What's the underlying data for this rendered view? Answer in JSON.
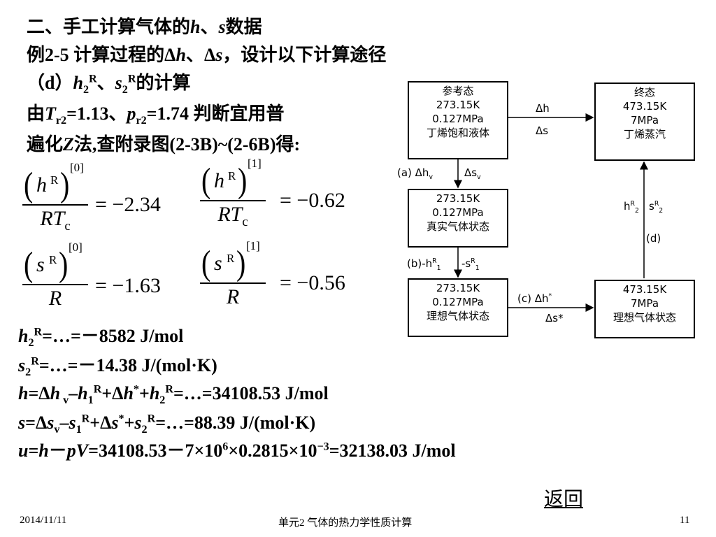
{
  "heading": {
    "line1": {
      "a": "二、手工计算气体的",
      "b": "h",
      "c": "、",
      "d": "s",
      "e": "数据"
    },
    "line2": {
      "a": "例2-5  计算过程的Δ",
      "b": "h",
      "c": "、Δ",
      "d": "s",
      "e": "，设计以下计算途径"
    },
    "line3": {
      "a": "（d）",
      "b": "h",
      "c": "2",
      "d": "R",
      "e": "、",
      "f": "s",
      "g": "2",
      "h": "R",
      "i": "的计算"
    },
    "line4": {
      "a": "由",
      "b": "T",
      "c": "r2",
      "d": "=1.13、",
      "e": "p",
      "f": "r2",
      "g": "=1.74 判断宜用普"
    },
    "line5": {
      "a": "遍化",
      "b": "Z",
      "c": "法,查附录图(2-3B)~(2-6B)得:"
    }
  },
  "fractions": {
    "h0": {
      "sym": "h",
      "sup": "R",
      "idx": "[0]",
      "den": "RT",
      "den_sub": "c",
      "value": "= −2.34"
    },
    "h1": {
      "sym": "h",
      "sup": "R",
      "idx": "[1]",
      "den": "RT",
      "den_sub": "c",
      "value": "= −0.62"
    },
    "s0": {
      "sym": "s",
      "sup": "R",
      "idx": "[0]",
      "den": "R",
      "value": "= −1.63"
    },
    "s1": {
      "sym": "s",
      "sup": "R",
      "idx": "[1]",
      "den": "R",
      "value": "= −0.56"
    }
  },
  "results": {
    "r1": {
      "a": "h",
      "b": "2",
      "c": "R",
      "d": "=…=－8582 J/mol"
    },
    "r2": {
      "a": "s",
      "b": "2",
      "c": "R",
      "d": "=…=－14.38 J/(mol·K)"
    },
    "r3": {
      "a": "h",
      "b": "=Δ",
      "c": "h",
      "d": " v",
      "e": "–",
      "f": "h",
      "g": "1",
      "h": "R",
      "i": "+Δ",
      "j": "h",
      "k": "*",
      "l": "+",
      "m": "h",
      "n": "2",
      "o": "R",
      "p": "=…=34108.53 J/mol"
    },
    "r4": {
      "a": "s",
      "b": "=Δ",
      "c": "s",
      "d": "v",
      "e": "–",
      "f": "s",
      "g": "1",
      "h": "R",
      "i": "+Δ",
      "j": "s",
      "k": "*",
      "l": "+",
      "m": "s",
      "n": "2",
      "o": "R",
      "p": "=…=88.39 J/(mol·K)"
    },
    "r5": {
      "a": "u",
      "b": "=",
      "c": "h",
      "d": "－",
      "e": "pV",
      "f": "=34108.53－7×10",
      "g": "6",
      "h": "×0.2815×10",
      "i": "−3",
      "j": "=32138.03 J/mol"
    }
  },
  "diagram": {
    "box_ref": [
      "参考态",
      "273.15K",
      "0.127MPa",
      "丁烯饱和液体"
    ],
    "box_final": [
      "终态",
      "473.15K",
      "7MPa",
      "丁烯蒸汽"
    ],
    "box_real": [
      "273.15K",
      "0.127MPa",
      "真实气体状态"
    ],
    "box_ideal1": [
      "273.15K",
      "0.127MPa",
      "理想气体状态"
    ],
    "box_ideal2": [
      "473.15K",
      "7MPa",
      "理想气体状态"
    ],
    "arrow_top": {
      "upper": "Δh",
      "lower": "Δs"
    },
    "arrow_a": {
      "label": "(a) Δh",
      "sub1": "v",
      "mid": "Δs",
      "sub2": "v"
    },
    "arrow_b": {
      "label": "(b)-h",
      "sup1": "R",
      "sub1": "1",
      "mid": "-s",
      "sup2": "R",
      "sub2": "1"
    },
    "arrow_c": {
      "label": "(c) Δh",
      "sup": "*",
      "lower": "Δs*"
    },
    "arrow_d": {
      "left": "h",
      "left_sup": "R",
      "left_sub": "2",
      "right": "s",
      "right_sup": "R",
      "right_sub": "2",
      "tag": "(d)"
    }
  },
  "back_link": "返回",
  "footer": {
    "date": "2014/11/11",
    "title": "单元2 气体的热力学性质计算",
    "page": "11"
  }
}
